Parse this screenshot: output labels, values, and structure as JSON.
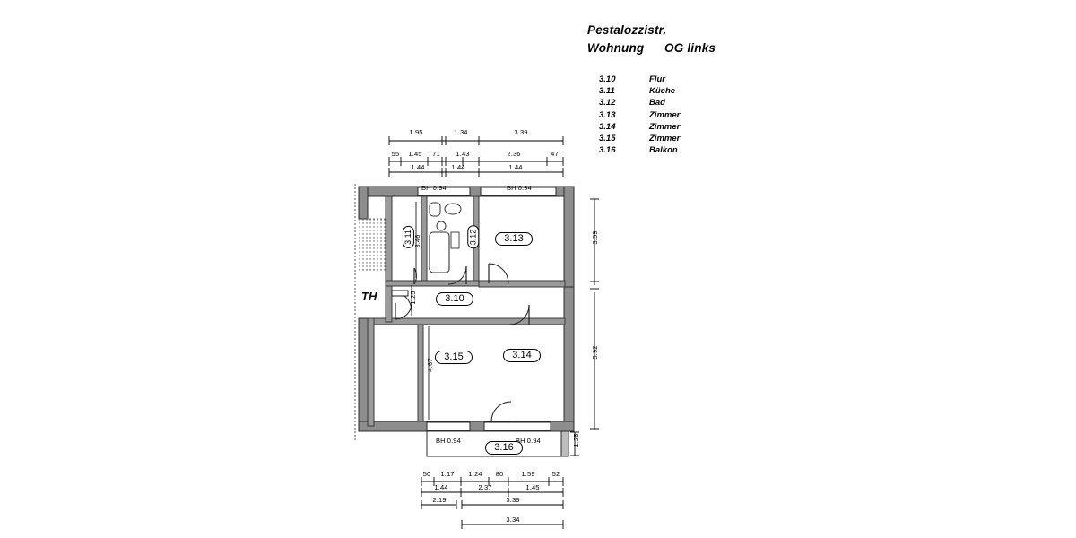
{
  "title": {
    "street": "Pestalozzistr.",
    "unit_label": "Wohnung",
    "unit_value": "OG links"
  },
  "legend": {
    "rows": [
      {
        "code": "3.10",
        "name": "Flur"
      },
      {
        "code": "3.11",
        "name": "Küche"
      },
      {
        "code": "3.12",
        "name": "Bad"
      },
      {
        "code": "3.13",
        "name": "Zimmer"
      },
      {
        "code": "3.14",
        "name": "Zimmer"
      },
      {
        "code": "3.15",
        "name": "Zimmer"
      },
      {
        "code": "3.16",
        "name": "Balkon"
      }
    ]
  },
  "markers": {
    "th": "TH"
  },
  "rooms": [
    {
      "id": "3.11",
      "badge": "3.11"
    },
    {
      "id": "3.12",
      "badge": "3.12"
    },
    {
      "id": "3.13",
      "badge": "3.13"
    },
    {
      "id": "3.10",
      "badge": "3.10"
    },
    {
      "id": "3.15",
      "badge": "3.15"
    },
    {
      "id": "3.14",
      "badge": "3.14"
    },
    {
      "id": "3.16",
      "badge": "3.16"
    }
  ],
  "window_labels": {
    "top_left": "BH 0.94",
    "top_right": "BH 0.94",
    "bottom_left": "BH 0.94",
    "bottom_right": "BH 0.94"
  },
  "dimensions": {
    "top_row1": [
      "1.95",
      "1.34",
      "3.39"
    ],
    "top_row2": [
      "55",
      "1.45",
      "71",
      "1.43",
      "2.36",
      "47"
    ],
    "top_row3": [
      "1.44",
      "1.44",
      "1.44"
    ],
    "bottom_row1": [
      "50",
      "1.17",
      "1.24",
      "80",
      "1.59",
      "52"
    ],
    "bottom_row2": [
      "1.44",
      "2.37",
      "1.45"
    ],
    "bottom_row3": [
      "2.19",
      "3.39"
    ],
    "bottom_row4": [
      "3.34"
    ],
    "right_upper": "3.59",
    "right_lower": "5.92",
    "right_balcony": "1.25",
    "interior_kitchen_depth": "3.46",
    "interior_hall_width": "1.25",
    "interior_room_depth": "4.67"
  }
}
